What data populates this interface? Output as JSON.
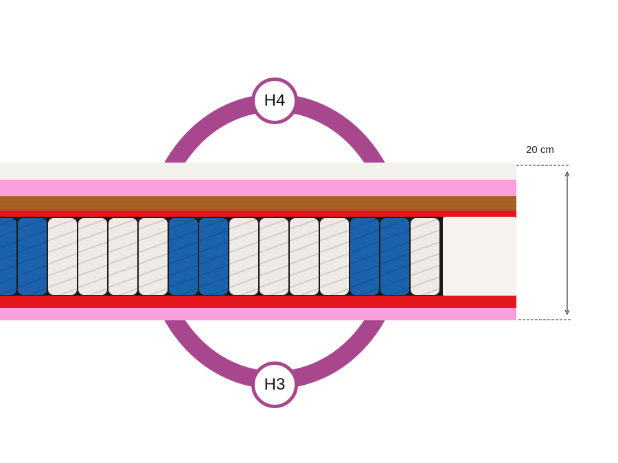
{
  "firmness": {
    "top": "H4",
    "bottom": "H3"
  },
  "dimension": {
    "height_label": "20 cm"
  },
  "colors": {
    "ring": "#a8468e",
    "top_foam": "#f3f1ec",
    "pink": "#f9a0dc",
    "coconut": "#a9642a",
    "red": "#e3161e",
    "spring_blue": "#1b62ad",
    "spring_white": "#eeebe6",
    "edge_foam": "#f6f3ef"
  },
  "springs": [
    "blue",
    "blue",
    "white",
    "white",
    "white",
    "white",
    "blue",
    "blue",
    "white",
    "white",
    "white",
    "white",
    "blue",
    "blue",
    "white"
  ]
}
